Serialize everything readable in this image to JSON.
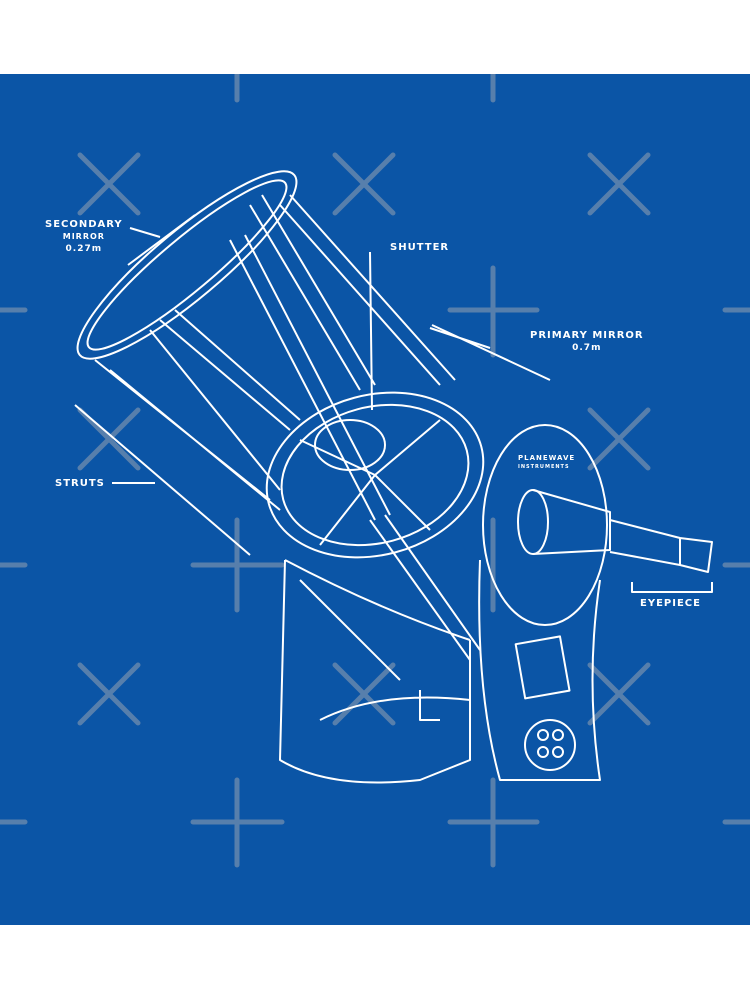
{
  "labels": {
    "secondary_mirror": {
      "title": "SECONDARY",
      "sub": "MIRROR",
      "size": "0.27m"
    },
    "shutter": "SHUTTER",
    "primary_mirror": {
      "title": "PRIMARY MIRROR",
      "size": "0.7m"
    },
    "struts": "STRUTS",
    "eyepiece": "EYEPIECE"
  },
  "logo": {
    "name": "PLANEWAVE",
    "sub": "INSTRUMENTS"
  },
  "colors": {
    "background": "#0b55a6",
    "line": "#ffffff",
    "watermark": "#8a9bb0",
    "border": "#ffffff"
  }
}
